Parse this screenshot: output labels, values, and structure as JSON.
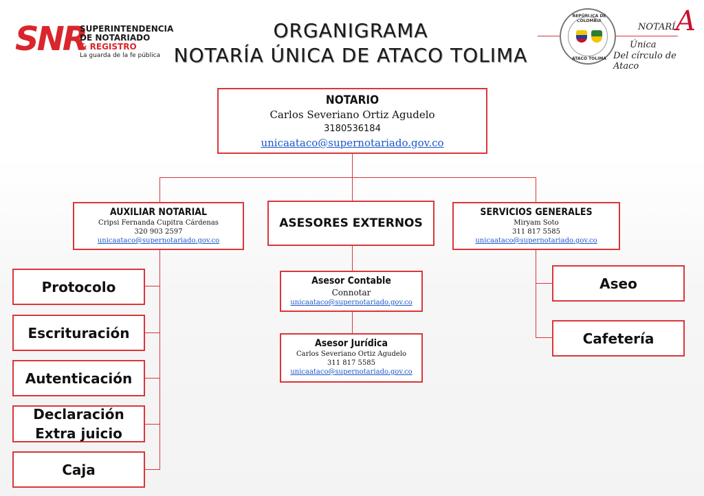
{
  "header": {
    "title_line1": "ORGANIGRAMA",
    "title_line2": "NOTARÍA ÚNICA DE ATACO TOLIMA",
    "snr_logo": {
      "letters": "SNR",
      "line1": "SUPERINTENDENCIA",
      "line2": "DE NOTARIADO",
      "line3": "& REGISTRO",
      "tagline": "La guarda de la fe pública",
      "brand_color": "#d9262c"
    },
    "seal": {
      "top_text": "REPÚBLICA DE COLOMBIA",
      "bottom_text": "ATACO TOLIMA"
    },
    "notaria_logo": {
      "notari": "NOTARÍ",
      "a_letter": "A",
      "line1": "Única",
      "line2": "Del círculo de Ataco"
    }
  },
  "notario": {
    "role": "NOTARIO",
    "name": "Carlos Severiano Ortiz Agudelo",
    "phone": "3180536184",
    "email": "unicaataco@supernotariado.gov.co"
  },
  "auxiliar": {
    "role": "AUXILIAR NOTARIAL",
    "name": "Cripsi Fernanda Cupitra Cárdenas",
    "phone": "320 903 2597",
    "email": "unicaataco@supernotariado.gov.co"
  },
  "asesores": {
    "role": "ASESORES EXTERNOS"
  },
  "servicios": {
    "role": "SERVICIOS GENERALES",
    "name": "Miryam Soto",
    "phone": "311 817 5585",
    "email": "unicaataco@supernotariado.gov.co"
  },
  "asesor_contable": {
    "role": "Asesor Contable",
    "name": "Connotar",
    "email": "unicaataco@supernotariado.gov.co"
  },
  "asesor_juridica": {
    "role": "Asesor Jurídica",
    "name": "Carlos Severiano Ortiz Agudelo",
    "phone": "311 817 5585",
    "email": "unicaataco@supernotariado.gov.co"
  },
  "auxiliar_units": [
    "Protocolo",
    "Escrituración",
    "Autenticación",
    "Declaración Extra juicio",
    "Caja"
  ],
  "servicios_units": [
    "Aseo",
    "Cafetería"
  ],
  "colors": {
    "box_border": "#d9353a",
    "link": "#1a56c8"
  }
}
